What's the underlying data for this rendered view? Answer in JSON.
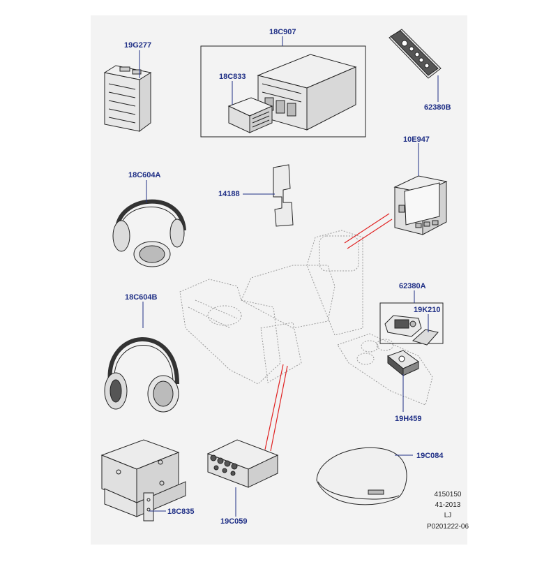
{
  "colors": {
    "background": "#ffffff",
    "panel": "#f3f3f3",
    "label": "#1f2f86",
    "leader": "#1f2f86",
    "callout": "#e02020",
    "line": "#222222",
    "ghost": "#9a9a9a"
  },
  "parts": {
    "p19G277": "19G277",
    "p18C907": "18C907",
    "p18C833": "18C833",
    "p62380B": "62380B",
    "p10E947": "10E947",
    "p18C604A": "18C604A",
    "p14188": "14188",
    "p18C604B": "18C604B",
    "p62380A": "62380A",
    "p19K210": "19K210",
    "p19H459": "19H459",
    "p19C084": "19C084",
    "p18C835": "18C835",
    "p19C059": "19C059"
  },
  "footer": {
    "line1": "4150150",
    "line2": "41-2013",
    "line3": "LJ",
    "line4": "P0201222-06"
  }
}
